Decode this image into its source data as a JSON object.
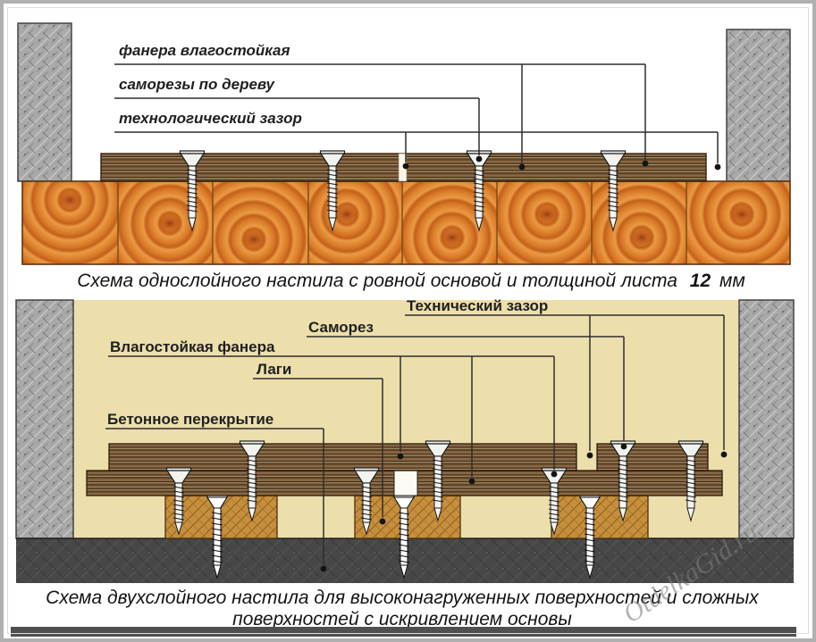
{
  "top_diagram": {
    "labels": [
      {
        "text": "фанера влагостойкая"
      },
      {
        "text": "саморезы по дереву"
      },
      {
        "text": "технологический зазор"
      }
    ],
    "caption_prefix": "Схема однослойного настила с ровной основой и толщиной листа",
    "caption_thickness": "12",
    "caption_unit": "мм"
  },
  "bottom_diagram": {
    "labels": [
      {
        "text": "Технический зазор"
      },
      {
        "text": "Саморез"
      },
      {
        "text": "Влагостойкая фанера"
      },
      {
        "text": "Лаги"
      },
      {
        "text": "Бетонное перекрытие"
      }
    ],
    "caption_line1": "Схема двухслойного настила для высоконагруженных поверхностей и сложных",
    "caption_line2": "поверхностей с искривлением основы",
    "watermark": "OtdelkaGid.ru"
  },
  "colors": {
    "background_beige": "#ecdfac",
    "plywood_brown": "#8a6843",
    "plank_orange": "#d87a28",
    "lag_wood": "#c68f3d",
    "concrete_wall_gray": "#a9a9a9",
    "slab_dark_gray": "#474747",
    "line_color": "#2e2e2e"
  }
}
